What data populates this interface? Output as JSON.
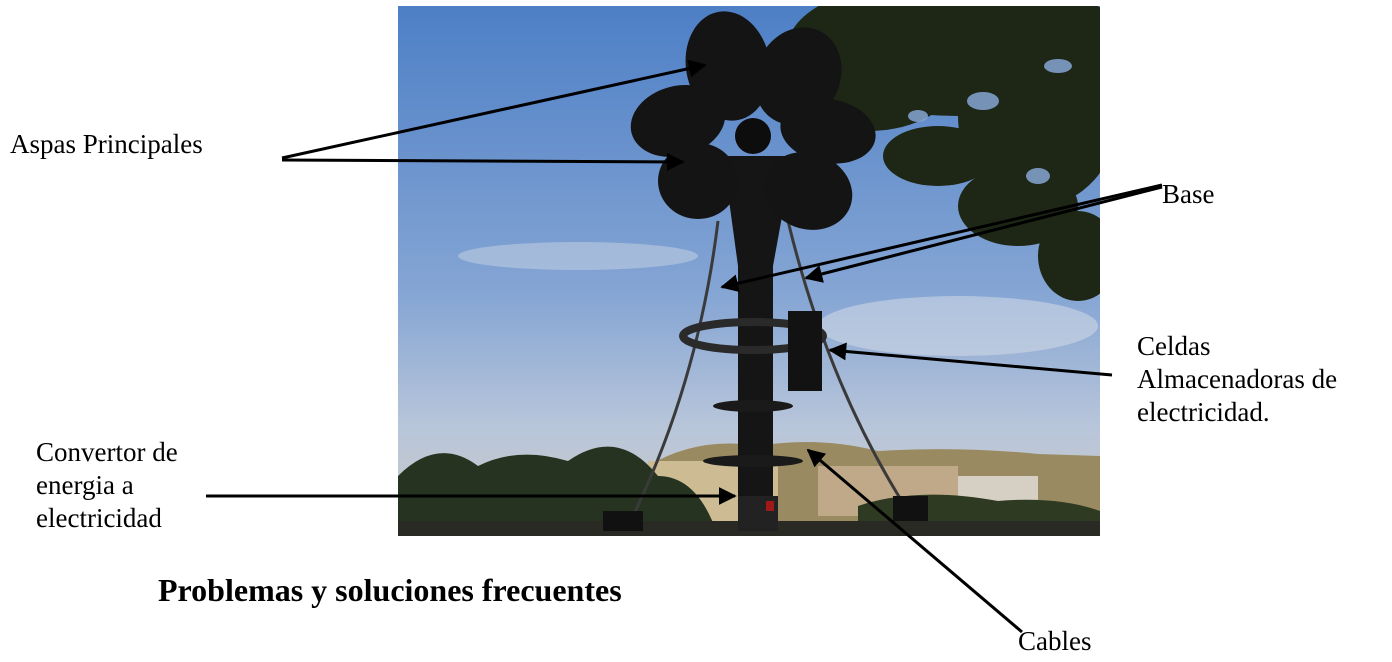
{
  "labels": {
    "aspas": "Aspas Principales",
    "base": "Base",
    "celdas": [
      "Celdas",
      "Almacenadoras de",
      "electricidad."
    ],
    "convertor": [
      "Convertor de",
      "energia a",
      "electricidad"
    ],
    "cables": "Cables"
  },
  "section_heading": "Problemas y soluciones frecuentes",
  "colors": {
    "sky": "#5b86c4",
    "silhouette": "#111111",
    "foliage": "#1f2a14",
    "arrow": "#000000"
  }
}
